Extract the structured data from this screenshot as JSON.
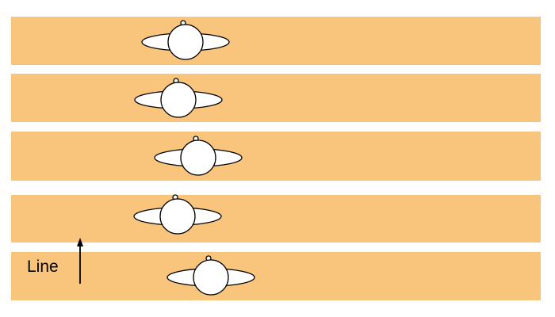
{
  "colors": {
    "lane": "#f9c47c",
    "background": "#ffffff",
    "outline": "#000000"
  },
  "lanes": [
    {
      "id": "lane-1"
    },
    {
      "id": "lane-2"
    },
    {
      "id": "lane-3"
    },
    {
      "id": "lane-4"
    },
    {
      "id": "lane-5"
    }
  ],
  "annotation": {
    "label": "Line",
    "arrow_direction": "up"
  }
}
